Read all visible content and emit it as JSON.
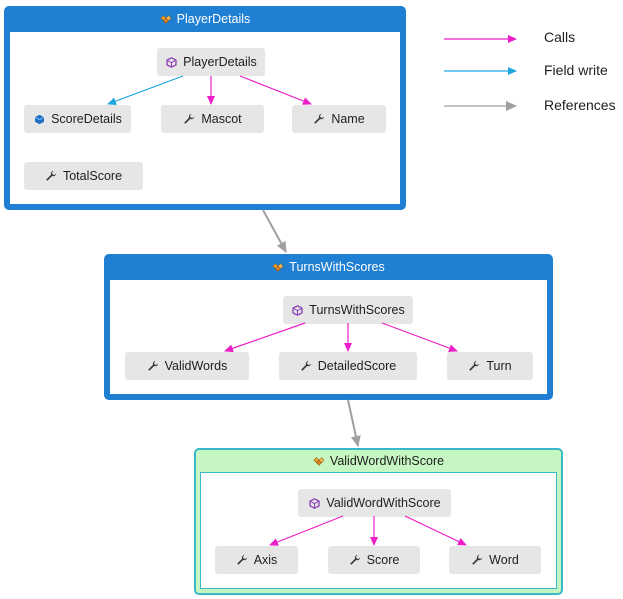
{
  "colors": {
    "calls": "#ec1ec8",
    "field_write": "#1fa6e0",
    "references": "#a0a0a0",
    "group_blue": "#1f7fd3",
    "group_green_fill": "#c6f7c2",
    "group_green_border": "#38b8c8",
    "node_fill": "#e6e6e6"
  },
  "legend": {
    "calls": "Calls",
    "field_write": "Field write",
    "references": "References"
  },
  "groups": {
    "player_details": {
      "title": "PlayerDetails",
      "nodes": {
        "class": "PlayerDetails",
        "score_details": "ScoreDetails",
        "mascot": "Mascot",
        "name": "Name",
        "total_score": "TotalScore"
      }
    },
    "turns_with_scores": {
      "title": "TurnsWithScores",
      "nodes": {
        "class": "TurnsWithScores",
        "valid_words": "ValidWords",
        "detailed_score": "DetailedScore",
        "turn": "Turn"
      }
    },
    "valid_word_with_score": {
      "title": "ValidWordWithScore",
      "nodes": {
        "class": "ValidWordWithScore",
        "axis": "Axis",
        "score": "Score",
        "word": "Word"
      }
    }
  }
}
